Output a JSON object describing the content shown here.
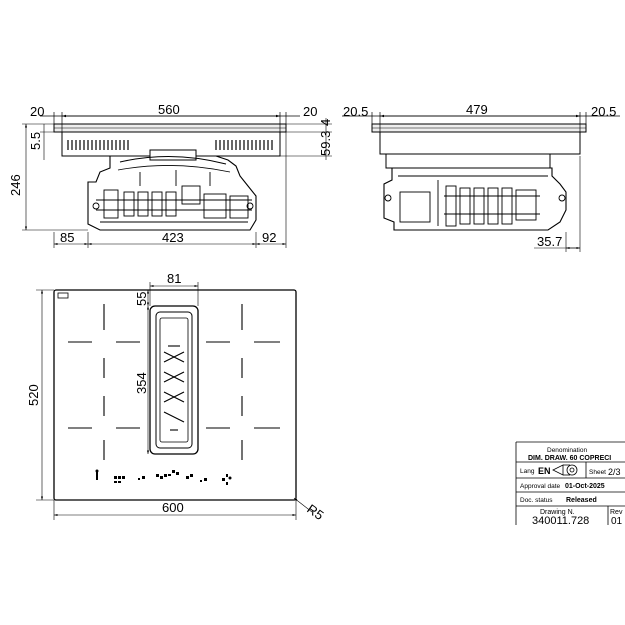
{
  "dimensions": {
    "top_left_margin": "20",
    "top_width": "560",
    "top_right_margin": "20",
    "glass_thickness": "4",
    "frame_offset": "5.5",
    "body_height_small": "59.3",
    "total_height": "246",
    "bottom_left_offset": "85",
    "bottom_body_width": "423",
    "bottom_right_offset": "92",
    "side_left_margin": "20.5",
    "side_width": "479",
    "side_right_margin": "20.5",
    "side_offset": "35.7",
    "vent_width": "81",
    "vent_top_offset": "55",
    "vent_length": "354",
    "plan_height": "520",
    "plan_width": "600",
    "corner_radius": "R5"
  },
  "title_block": {
    "denomination_label": "Denomination",
    "denomination_value": "DIM. DRAW. 60 COPRECI",
    "lang_label": "Lang",
    "lang_value": "EN",
    "sheet_label": "Sheet",
    "sheet_value": "2/3",
    "approval_label": "Approval date",
    "approval_value": "01-Oct-2025",
    "status_label": "Doc. status",
    "status_value": "Released",
    "drawing_label": "Drawing N.",
    "drawing_value": "340011.728",
    "rev_label": "Rev",
    "rev_value": "01"
  }
}
